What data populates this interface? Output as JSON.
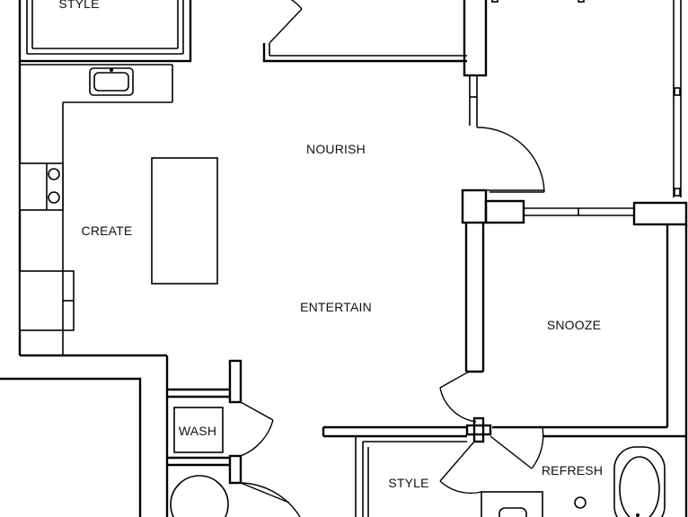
{
  "rooms": {
    "style_top": "STYLE",
    "nourish": "NOURISH",
    "create": "CREATE",
    "entertain": "ENTERTAIN",
    "snooze": "SNOOZE",
    "wash": "WASH",
    "style_bottom": "STYLE",
    "refresh": "REFRESH"
  }
}
